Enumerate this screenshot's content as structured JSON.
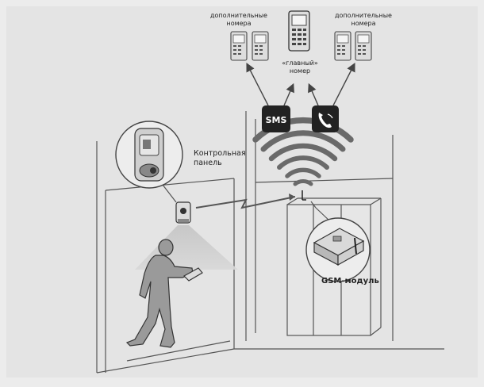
{
  "labels": {
    "extra_numbers_left_line1": "дополнительные",
    "extra_numbers_left_line2": "номера",
    "extra_numbers_right_line1": "дополнительные",
    "extra_numbers_right_line2": "номера",
    "main_number_line1": "«главный»",
    "main_number_line2": "номер",
    "sms_badge": "SMS",
    "control_panel_line1": "Контрольная",
    "control_panel_line2": "панель",
    "gsm_module": "GSM-модуль"
  },
  "icons": {
    "call": "phone-handset-icon",
    "sms": "sms-icon"
  },
  "colors": {
    "background": "#ececec",
    "panel": "#e4e4e4",
    "line": "#555555",
    "dark": "#222222",
    "silhouette": "#9a9a9a",
    "beam": "#bdbdbd"
  }
}
